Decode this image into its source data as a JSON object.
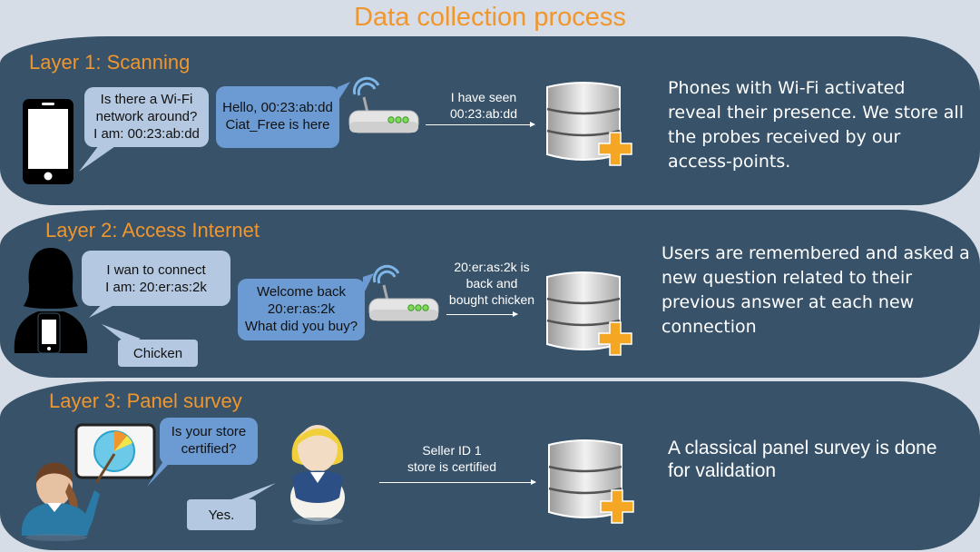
{
  "title": "Data collection process",
  "layers": [
    {
      "title": "Layer 1: Scanning",
      "device_bubble": "Is there a Wi-Fi network around? I am: 00:23:ab:dd",
      "device_bubble_lines": [
        "Is there a Wi-Fi",
        "network around?",
        "I am: 00:23:ab:dd"
      ],
      "router_bubble_lines": [
        "Hello, 00:23:ab:dd",
        "Ciat_Free is here"
      ],
      "arrow_label_lines": [
        "I have seen",
        "00:23:ab:dd"
      ],
      "description": "Phones with Wi-Fi activated reveal their presence. We store all the probes received by our access-points."
    },
    {
      "title": "Layer 2: Access Internet",
      "device_bubble_lines": [
        "I wan to connect",
        "I am: 20:er:as:2k"
      ],
      "answer_bubble": "Chicken",
      "router_bubble_lines": [
        "Welcome back",
        "20:er:as:2k",
        "What did you buy?"
      ],
      "arrow_label_lines": [
        "20:er:as:2k is",
        "back and",
        "bought chicken"
      ],
      "description": "Users are remembered and asked a new question related to their previous answer at each new connection"
    },
    {
      "title": "Layer 3: Panel survey",
      "question_bubble_lines": [
        "Is your store",
        "certified?"
      ],
      "answer_bubble": "Yes.",
      "arrow_label_lines": [
        "Seller ID 1",
        "store is certified"
      ],
      "description": "A classical panel survey is done for validation"
    }
  ],
  "icons": {
    "phone": "smartphone-icon",
    "router": "wifi-router-icon",
    "database": "database-add-icon",
    "user_silhouette": "user-silhouette-icon",
    "presenter": "presenter-icon",
    "seller": "seller-icon"
  },
  "colors": {
    "background": "#d6dde6",
    "band": "#375269",
    "accent": "#f0962e",
    "bubble_light": "#b4c9e1",
    "bubble_mid": "#6b9bd2"
  }
}
